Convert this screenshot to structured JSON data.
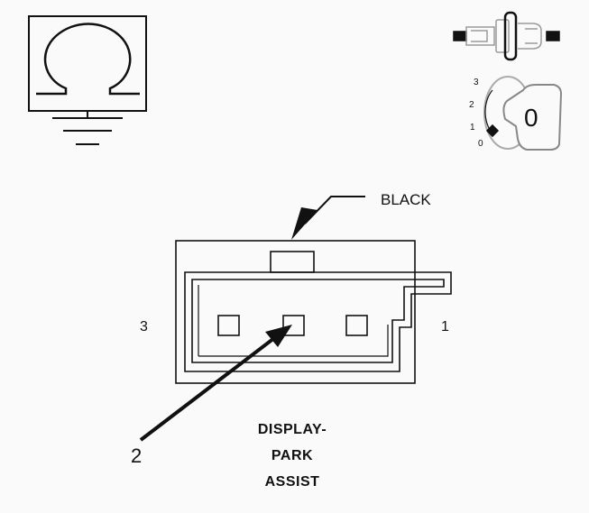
{
  "connector": {
    "title_lines": [
      "DISPLAY-",
      "PARK",
      "ASSIST"
    ],
    "color_callout": "BLACK",
    "pin_labels": {
      "left": "3",
      "right": "1",
      "pointer": "2"
    }
  },
  "ignition_key": {
    "positions": [
      "3",
      "2",
      "1",
      "0"
    ],
    "key_label": "0"
  },
  "icons": {
    "meter": "ohmmeter-ground-icon",
    "fuse": "fuse-icon",
    "key": "ignition-key-icon"
  }
}
